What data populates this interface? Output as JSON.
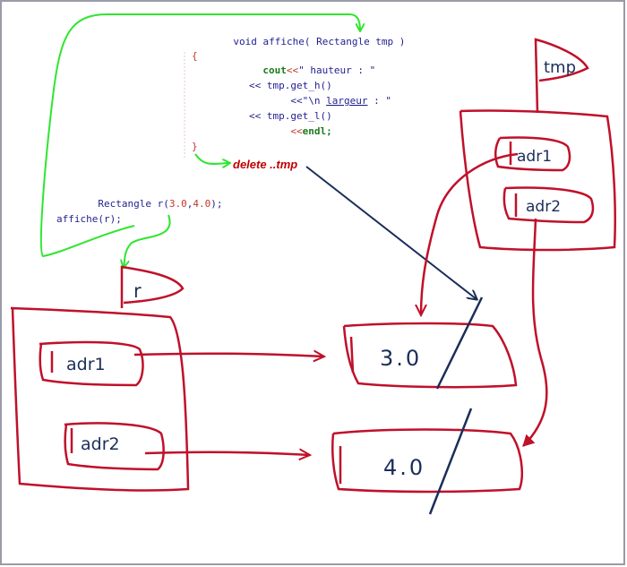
{
  "code_function": {
    "signature_keyword": "void",
    "signature_rest": " affiche( Rectangle tmp )",
    "open_brace": "{",
    "line_cout_kw": "cout",
    "line_cout_op": "<<",
    "line_cout_str": "\" hauteur : \"",
    "line_get_h": "<< tmp.get_h()",
    "line_largeur_a": "<<\"\\n ",
    "line_largeur_u": "largeur",
    "line_largeur_b": " : \"",
    "line_get_l": "<< tmp.get_l()",
    "line_endl_op": "<<",
    "line_endl": "endl;",
    "close_brace": "}"
  },
  "code_main": {
    "line1_a": "Rectangle r(",
    "line1_v1": "3.0",
    "line1_sep": ",",
    "line1_v2": "4.0",
    "line1_b": ");",
    "line2": "affiche(r);"
  },
  "annotation": {
    "delete": "delete ..tmp"
  },
  "objects": {
    "r_flag": "r",
    "tmp_flag": "tmp",
    "r_adr1": "adr1",
    "r_adr2": "adr2",
    "tmp_adr1": "adr1",
    "tmp_adr2": "adr2",
    "value1": "3.0",
    "value2": "4.0"
  },
  "colors": {
    "code_red": "#c0392b",
    "code_blue": "#1f1f8f",
    "code_green": "#1a7a1a",
    "arrow_green": "#2ee62e",
    "ink_red": "#c0102a",
    "ink_blue": "#1b2e5a",
    "delete_red": "#c00000"
  }
}
